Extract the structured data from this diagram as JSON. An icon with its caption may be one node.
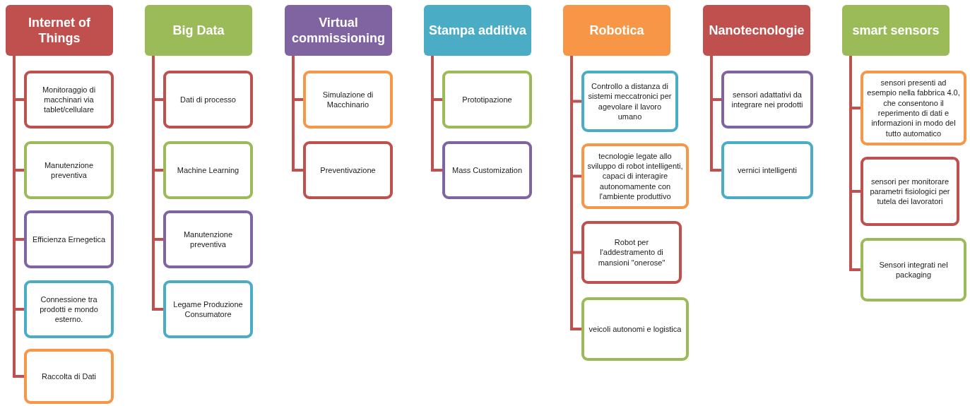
{
  "diagram": {
    "nodes": [
      {
        "text": [
          "Internet of Things"
        ]
      },
      {
        "text": [
          "Monitoraggio di macchinari via tablet/cellulare"
        ]
      },
      {
        "text": [
          "Manutenzione preventiva"
        ]
      },
      {
        "text": [
          "Efficienza Ernegetica"
        ]
      },
      {
        "text": [
          "Connessione tra prodotti e mondo esterno."
        ]
      },
      {
        "text": [
          "Raccolta di Dati"
        ]
      },
      {
        "text": [
          "Big Data"
        ]
      },
      {
        "text": [
          "Dati di processo"
        ]
      },
      {
        "text": [
          "Machine Learning"
        ]
      },
      {
        "text": [
          "Manutenzione preventiva"
        ]
      },
      {
        "text": [
          "Legame Produzione Consumatore"
        ]
      },
      {
        "text": [
          "Virtual commissioning"
        ]
      },
      {
        "text": [
          "Simulazione di Macchinario"
        ]
      },
      {
        "text": [
          "Preventivazione"
        ]
      },
      {
        "text": [
          "Stampa additiva"
        ]
      },
      {
        "text": [
          "Prototipazione"
        ]
      },
      {
        "text": [
          "Mass Customization"
        ]
      },
      {
        "text": [
          "Robotica"
        ]
      },
      {
        "text": [
          "Controllo a distanza di sistemi meccatronici per agevolare il lavoro umano"
        ]
      },
      {
        "text": [
          "tecnologie legate allo sviluppo di robot intelligenti, capaci di interagire autonomamente con l'ambiente produttivo"
        ]
      },
      {
        "text": [
          "Robot per l'addestramento di mansioni \"onerose\""
        ]
      },
      {
        "text": [
          "veicoli autonomi e logistica"
        ]
      },
      {
        "text": [
          "Nanotecnologie"
        ]
      },
      {
        "text": [
          "sensori adattativi da integrare nei prodotti"
        ]
      },
      {
        "text": [
          "vernici intelligenti"
        ]
      },
      {
        "text": [
          "smart sensors"
        ]
      },
      {
        "text": [
          "sensori presenti ad esempio nella fabbrica 4.0, che consentono il reperimento di dati e informazioni in modo del tutto automatico"
        ]
      },
      {
        "text": [
          "sensori per monitorare parametri fisiologici per tutela dei lavoratori"
        ]
      },
      {
        "text": [
          "Sensori integrati nel packaging"
        ]
      }
    ],
    "edges": [
      {
        "from": 0,
        "to": 1,
        "arrow": "none"
      },
      {
        "from": 0,
        "to": 2,
        "arrow": "none"
      },
      {
        "from": 0,
        "to": 3,
        "arrow": "none"
      },
      {
        "from": 0,
        "to": 4,
        "arrow": "none"
      },
      {
        "from": 0,
        "to": 5,
        "arrow": "none"
      },
      {
        "from": 6,
        "to": 7,
        "arrow": "none"
      },
      {
        "from": 6,
        "to": 8,
        "arrow": "none"
      },
      {
        "from": 6,
        "to": 9,
        "arrow": "none"
      },
      {
        "from": 6,
        "to": 10,
        "arrow": "none"
      },
      {
        "from": 11,
        "to": 12,
        "arrow": "none"
      },
      {
        "from": 11,
        "to": 13,
        "arrow": "none"
      },
      {
        "from": 14,
        "to": 15,
        "arrow": "none"
      },
      {
        "from": 14,
        "to": 16,
        "arrow": "none"
      },
      {
        "from": 17,
        "to": 18,
        "arrow": "none"
      },
      {
        "from": 17,
        "to": 19,
        "arrow": "none"
      },
      {
        "from": 17,
        "to": 20,
        "arrow": "none"
      },
      {
        "from": 17,
        "to": 21,
        "arrow": "none"
      },
      {
        "from": 22,
        "to": 23,
        "arrow": "none"
      },
      {
        "from": 22,
        "to": 24,
        "arrow": "none"
      },
      {
        "from": 25,
        "to": 26,
        "arrow": "none"
      },
      {
        "from": 25,
        "to": 27,
        "arrow": "none"
      },
      {
        "from": 25,
        "to": 28,
        "arrow": "none"
      }
    ]
  }
}
